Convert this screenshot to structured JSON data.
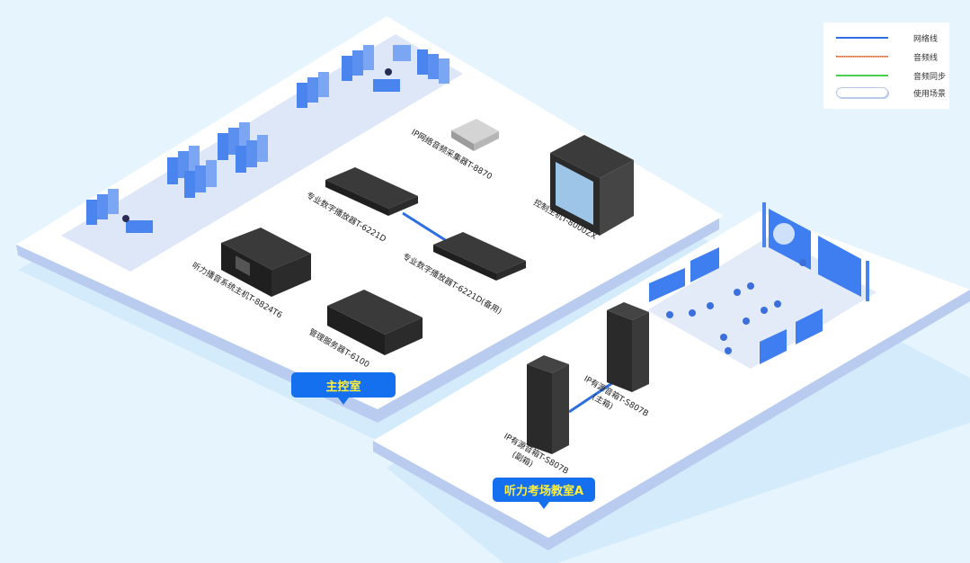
{
  "legend": {
    "items": [
      {
        "label": "网络线",
        "type": "network-line",
        "color": "#2d6fe0"
      },
      {
        "label": "音频线",
        "type": "audio-line",
        "color": "#f4a77e"
      },
      {
        "label": "音频同步",
        "type": "audio-sync-line",
        "color": "#4ccf4f"
      },
      {
        "label": "使用场景",
        "type": "scene",
        "color": "#b7c8ea"
      }
    ]
  },
  "zones": {
    "control_room": {
      "label": "主控室"
    },
    "classroom": {
      "label": "听力考场教室A"
    }
  },
  "devices": {
    "collector": {
      "label": "IP网络音频采集器T-8870"
    },
    "decoder_main": {
      "label": "专业数字播放器T-6221D"
    },
    "decoder_backup": {
      "label": "专业数字播放器T-6221D(备用)"
    },
    "console": {
      "label": "控制主机T-8000ZX"
    },
    "host": {
      "label": "听力播音系统主机T-8824T6"
    },
    "server": {
      "label": "管理服务器T-6100"
    },
    "speaker_main": {
      "label": "IP有源音箱T-S807B",
      "sub": "(主箱)"
    },
    "speaker_sub": {
      "label": "IP有源音箱T-S807B",
      "sub": "(副箱)"
    }
  },
  "colors": {
    "background": "#e6f5fd",
    "platform": "#ffffff",
    "platform_edge": "#b9ccef",
    "accent": "#1570ef",
    "callout_text": "#ffef3a",
    "network": "#2d6fe0"
  }
}
